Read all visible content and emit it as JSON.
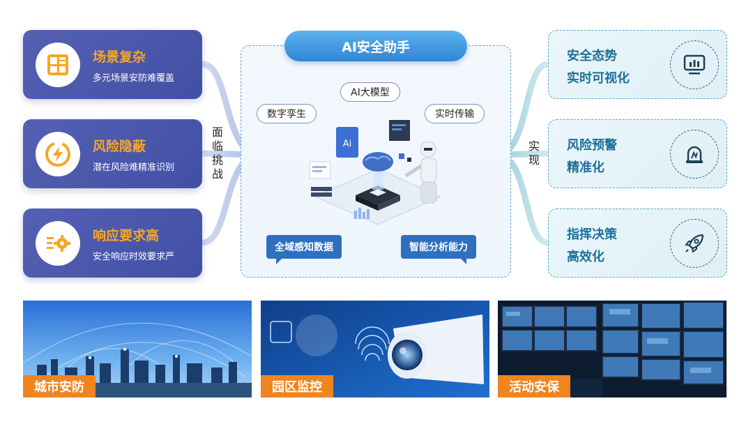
{
  "challenges": {
    "label_chars": [
      "面",
      "临",
      "挑",
      "战"
    ],
    "items": [
      {
        "title": "场景复杂",
        "subtitle": "多元场景安防难覆盖",
        "icon": "layout-grid-icon"
      },
      {
        "title": "风险隐蔽",
        "subtitle": "潜在风险难精准识别",
        "icon": "lightning-bolt-icon"
      },
      {
        "title": "响应要求高",
        "subtitle": "安全响应时效要求严",
        "icon": "gear-speed-icon"
      }
    ]
  },
  "center": {
    "title": "AI安全助手",
    "top_pill": "AI大模型",
    "left_pill": "数字孪生",
    "right_pill": "实时传输",
    "bottom_left_bubble": "全域感知数据",
    "bottom_right_bubble": "智能分析能力",
    "illustration_badge": "Ai"
  },
  "results": {
    "label_chars": [
      "实",
      "现"
    ],
    "items": [
      {
        "line1": "安全态势",
        "line2": "实时可视化",
        "icon": "monitor-chart-icon"
      },
      {
        "line1": "风险预警",
        "line2": "精准化",
        "icon": "alarm-light-icon"
      },
      {
        "line1": "指挥决策",
        "line2": "高效化",
        "icon": "rocket-icon"
      }
    ]
  },
  "scenes": [
    {
      "label": "城市安防",
      "image": "city-skyline-network-photo"
    },
    {
      "label": "园区监控",
      "image": "security-camera-fingerprint-photo"
    },
    {
      "label": "活动安保",
      "image": "monitoring-room-screens-photo"
    }
  ],
  "colors": {
    "challenge_card": "#4a55ab",
    "challenge_title": "#f6a623",
    "result_text": "#1e6f98",
    "center_title": "#2f86d6",
    "bubble": "#2f6fc0",
    "scene_tag": "#f0841f"
  }
}
